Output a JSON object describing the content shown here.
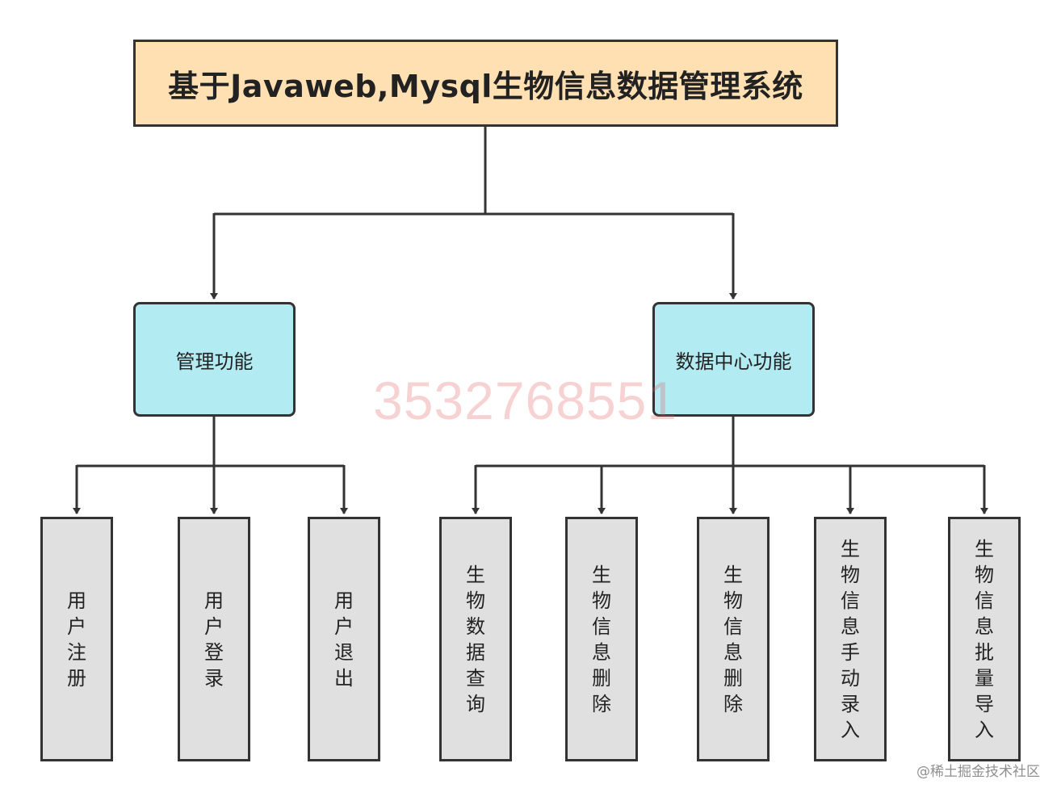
{
  "title": "基于Javaweb,Mysql生物信息数据管理系统",
  "branches": [
    {
      "label": "管理功能",
      "children": [
        "用户注册",
        "用户登录",
        "用户退出"
      ]
    },
    {
      "label": "数据中心功能",
      "children": [
        "生物数据查询",
        "生物信息删除",
        "生物信息删除",
        "生物信息手动录入",
        "生物信息批量导入"
      ]
    }
  ],
  "watermark": "3532768551",
  "credit": "@稀土掘金技术社区",
  "colors": {
    "title_fill": "#ffe0b2",
    "branch_fill": "#b2ebf2",
    "leaf_fill": "#e0e0e0",
    "stroke": "#333333"
  }
}
